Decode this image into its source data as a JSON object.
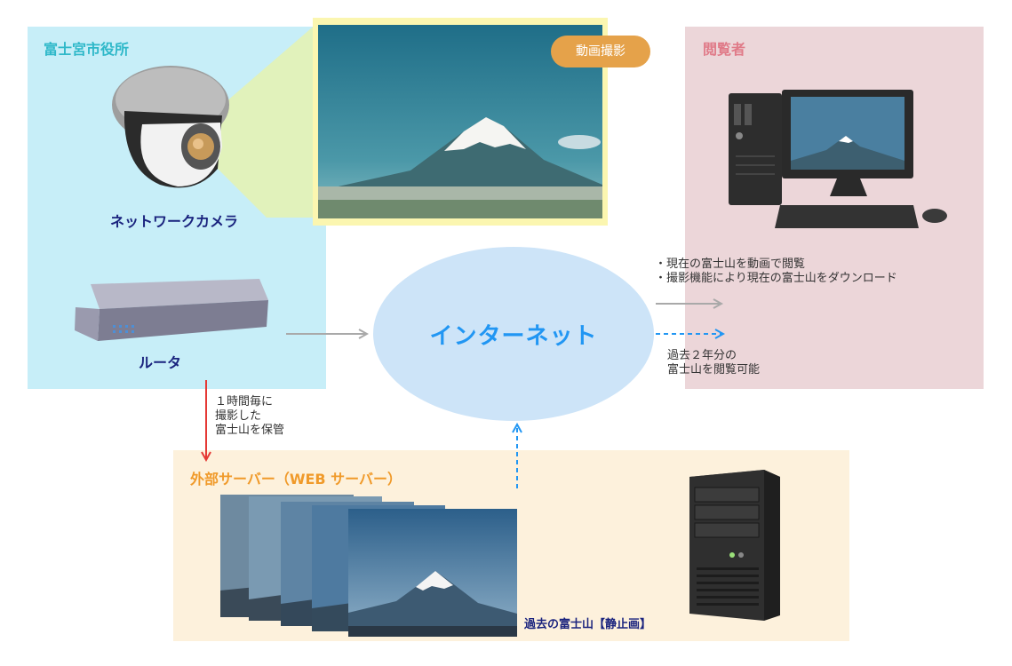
{
  "regions": {
    "city": {
      "title": "富士宮市役所"
    },
    "viewer": {
      "title": "閲覧者"
    },
    "server": {
      "title": "外部サーバー（WEB サーバー）"
    }
  },
  "devices": {
    "camera": "ネットワークカメラ",
    "router": "ルータ"
  },
  "badge": {
    "video": "動画撮影"
  },
  "internet": {
    "label": "インターネット"
  },
  "notes": {
    "viewer_line1": "・現在の富士山を動画で閲覧",
    "viewer_line2": "・撮影機能により現在の富士山をダウンロード",
    "past_line1": "過去２年分の",
    "past_line2": "富士山を閲覧可能",
    "hourly_line1": "１時間毎に",
    "hourly_line2": "撮影した",
    "hourly_line3": "富士山を保管"
  },
  "past_images_caption": "過去の富士山【静止画】",
  "colors": {
    "city_bg": "#c7eef8",
    "viewer_bg": "#ecd6d9",
    "server_bg": "#fdf1dc",
    "internet_bg": "#cde4f8",
    "internet_text": "#2196f3",
    "arrow_gray": "#a9a9a9",
    "arrow_blue": "#2196f3",
    "arrow_red": "#e53935",
    "badge": "#e5a24a"
  }
}
